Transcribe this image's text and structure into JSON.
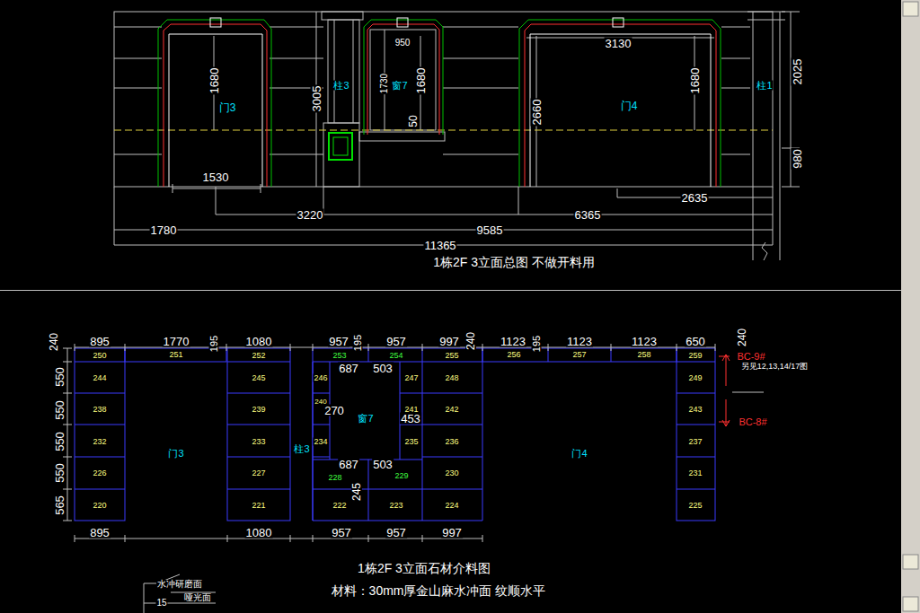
{
  "diagram": {
    "labels": [
      "1680",
      "门3",
      "1530",
      "3005",
      "柱3",
      "950",
      "1730",
      "窗7",
      "1680",
      "50",
      "3130",
      "2660",
      "门4",
      "1680",
      "柱1",
      "2025",
      "980",
      "2635",
      "3220",
      "6365",
      "1780",
      "9585",
      "11365",
      "1栋2F 3立面总图 不做开料用",
      "240",
      "895",
      "1770",
      "195",
      "1080",
      "957",
      "195",
      "957",
      "997",
      "240",
      "1123",
      "195",
      "1123",
      "1123",
      "650",
      "240",
      "550",
      "550",
      "550",
      "550",
      "565",
      "250",
      "251",
      "252",
      "253",
      "254",
      "255",
      "256",
      "257",
      "258",
      "259",
      "244",
      "245",
      "246",
      "247",
      "248",
      "249",
      "238",
      "239",
      "240",
      "241",
      "242",
      "243",
      "232",
      "233",
      "234",
      "235",
      "236",
      "237",
      "226",
      "227",
      "228",
      "229",
      "230",
      "231",
      "220",
      "221",
      "222",
      "223",
      "224",
      "225",
      "687",
      "503",
      "270",
      "453",
      "687",
      "503",
      "245",
      "门3",
      "柱3",
      "窗7",
      "门4",
      "BC-9#",
      "另见12,13,14/17图",
      "BC-8#",
      "895",
      "1080",
      "957",
      "957",
      "997",
      "1栋2F 3立面石材介料图",
      "材料：30mm厚金山麻水冲面 纹顺水平",
      "水冲研磨面",
      "15",
      "哑光面"
    ]
  }
}
